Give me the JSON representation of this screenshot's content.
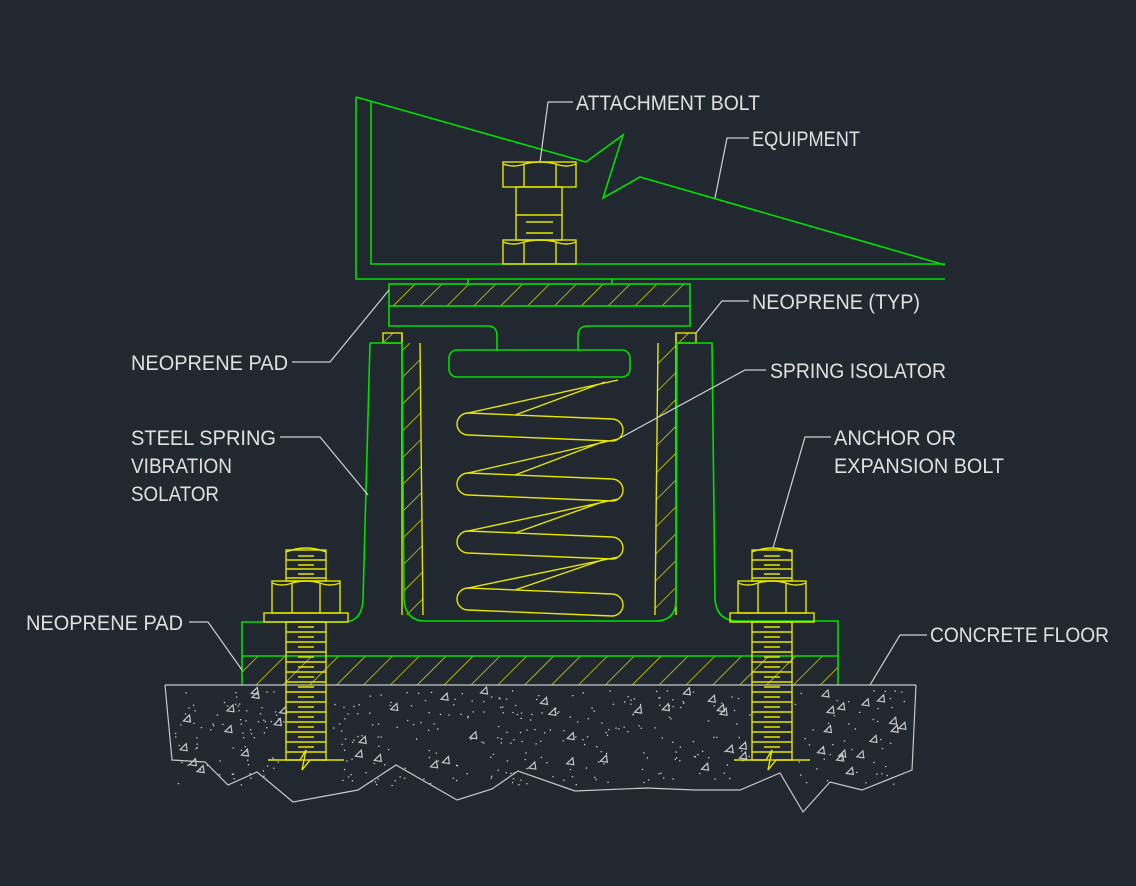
{
  "colors": {
    "background": "#212830",
    "structure": "#00e000",
    "hardware": "#e6e600",
    "annotation": "#e0e0e0"
  },
  "labels": {
    "attachment_bolt": "ATTACHMENT BOLT",
    "equipment": "EQUIPMENT",
    "neoprene_typ": "NEOPRENE (TYP)",
    "spring_isolator": "SPRING ISOLATOR",
    "anchor_line1": "ANCHOR OR",
    "anchor_line2": "EXPANSION BOLT",
    "neoprene_pad_upper": "NEOPRENE PAD",
    "steel_spring_line1": "STEEL SPRING",
    "steel_spring_line2": "VIBRATION",
    "steel_spring_line3": "SOLATOR",
    "neoprene_pad_lower": "NEOPRENE PAD",
    "concrete_floor": "CONCRETE FLOOR"
  }
}
